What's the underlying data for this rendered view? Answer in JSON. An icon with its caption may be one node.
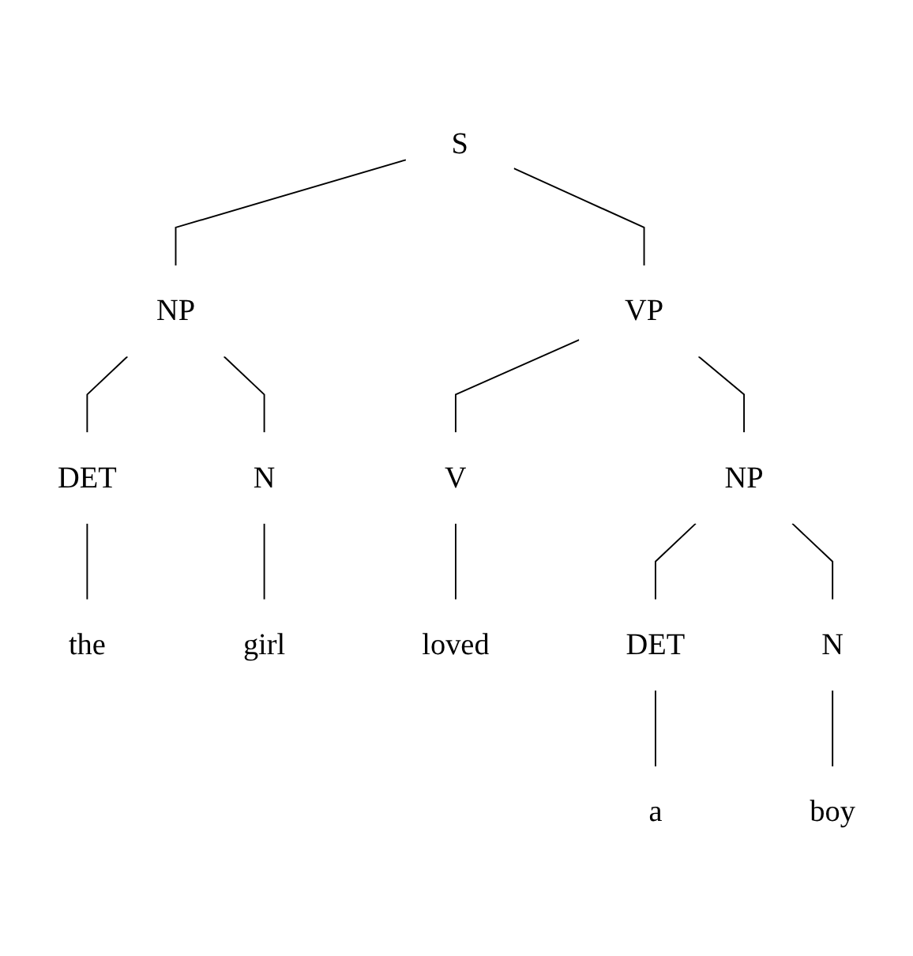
{
  "diagram": {
    "nodes": [
      {
        "text": [
          "S"
        ]
      },
      {
        "text": [
          "NP"
        ]
      },
      {
        "text": [
          "DET"
        ]
      },
      {
        "text": [
          "N"
        ]
      },
      {
        "text": [
          "VP"
        ]
      },
      {
        "text": [
          "the"
        ]
      },
      {
        "text": [
          "girl"
        ]
      },
      {
        "text": [
          "V"
        ]
      },
      {
        "text": [
          "NP"
        ]
      },
      {
        "text": [
          "loved"
        ]
      },
      {
        "text": [
          "DET"
        ]
      },
      {
        "text": [
          "N"
        ]
      },
      {
        "text": [
          "a"
        ]
      },
      {
        "text": [
          "boy"
        ]
      }
    ],
    "edges": [
      {
        "from": 0,
        "to": 1,
        "arrow": "none"
      },
      {
        "from": 0,
        "to": 4,
        "arrow": "none"
      },
      {
        "from": 1,
        "to": 2,
        "arrow": "none"
      },
      {
        "from": 1,
        "to": 3,
        "arrow": "none"
      },
      {
        "from": 2,
        "to": 5,
        "arrow": "none"
      },
      {
        "from": 3,
        "to": 6,
        "arrow": "none"
      },
      {
        "from": 4,
        "to": 7,
        "arrow": "none"
      },
      {
        "from": 4,
        "to": 8,
        "arrow": "none"
      },
      {
        "from": 7,
        "to": 9,
        "arrow": "none"
      },
      {
        "from": 8,
        "to": 10,
        "arrow": "none"
      },
      {
        "from": 8,
        "to": 11,
        "arrow": "none"
      },
      {
        "from": 10,
        "to": 12,
        "arrow": "none"
      },
      {
        "from": 11,
        "to": 13,
        "arrow": "none"
      }
    ]
  }
}
